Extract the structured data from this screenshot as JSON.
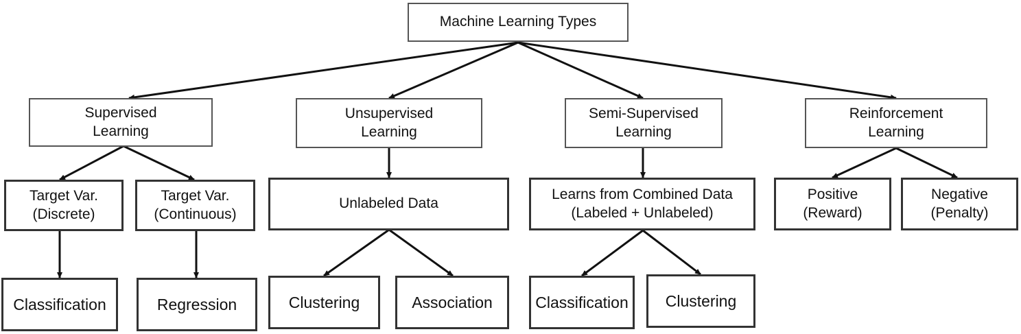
{
  "root": {
    "label": "Machine Learning Types"
  },
  "categories": [
    {
      "id": "supervised",
      "line1": "Supervised",
      "line2": "Learning"
    },
    {
      "id": "unsupervised",
      "line1": "Unsupervised",
      "line2": "Learning"
    },
    {
      "id": "semi",
      "line1": "Semi-Supervised",
      "line2": "Learning"
    },
    {
      "id": "reinforcement",
      "line1": "Reinforcement",
      "line2": "Learning"
    }
  ],
  "supervised": {
    "discrete": {
      "line1": "Target Var.",
      "line2": "(Discrete)"
    },
    "continuous": {
      "line1": "Target Var.",
      "line2": "(Continuous)"
    },
    "classification": "Classification",
    "regression": "Regression"
  },
  "unsupervised": {
    "data": "Unlabeled Data",
    "clustering": "Clustering",
    "association": "Association"
  },
  "semi": {
    "data": {
      "line1": "Learns from Combined Data",
      "line2": "(Labeled + Unlabeled)"
    },
    "classification": "Classification",
    "clustering": "Clustering"
  },
  "reinforcement": {
    "positive": {
      "line1": "Positive",
      "line2": "(Reward)"
    },
    "negative": {
      "line1": "Negative",
      "line2": "(Penalty)"
    }
  }
}
